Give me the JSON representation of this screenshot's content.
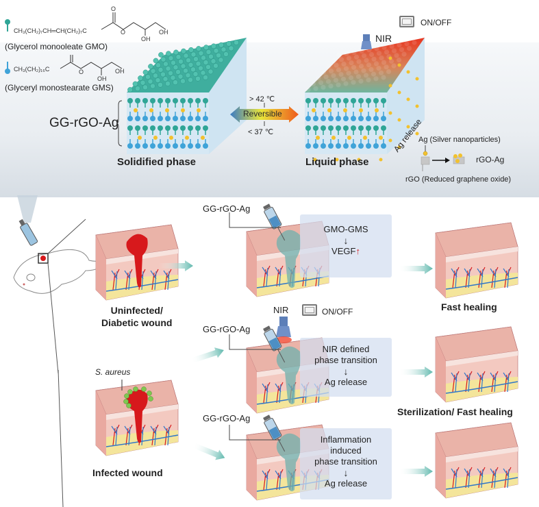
{
  "top_panel": {
    "molecules": [
      {
        "formula": "CH₃(CH₂)₇CH═CH(CH₂)₇C(=O)–O–CH₂–CH(OH)–CH₂OH",
        "label": "(Glycerol monooleate GMO)",
        "icon": "teal-lipid-icon",
        "color": "#2fa596"
      },
      {
        "formula": "CH₃(CH₂)₁₆C(=O)–O–CH₂–CH(OH)–CH₂OH",
        "label": "(Glyceryl monostearate GMS)",
        "icon": "blue-lipid-icon",
        "color": "#3fa3d8"
      }
    ],
    "composite_label": "GG-rGO-Ag",
    "solid_phase_label": "Solidified phase",
    "liquid_phase_label": "Liquid phase",
    "transition": {
      "label": "Reversible",
      "upper_temp": "> 42 ℃",
      "lower_temp": "< 37 ℃"
    },
    "nir_label": "NIR",
    "switch_label": "ON/OFF",
    "ag_release_label": "Ag release",
    "legend": {
      "ag": "Ag (Silver nanoparticles)",
      "rgo_ag": "rGO-Ag",
      "rgo": "rGO (Reduced graphene oxide)"
    }
  },
  "bottom": {
    "wounds": [
      {
        "label_line1": "Uninfected/",
        "label_line2": "Diabetic wound"
      },
      {
        "pathogen_label": "S. aureus",
        "label": "Infected wound"
      }
    ],
    "treatments": [
      {
        "injection_label": "GG-rGO-Ag",
        "lines": [
          "GMO-GMS"
        ],
        "arrow": "↓",
        "result_lines": [
          "VEGF"
        ],
        "result_marker": "↑"
      },
      {
        "injection_label": "GG-rGO-Ag",
        "nir_label": "NIR",
        "switch_label": "ON/OFF",
        "lines": [
          "NIR defined",
          "phase transition"
        ],
        "arrow": "↓",
        "result_lines": [
          "Ag release"
        ]
      },
      {
        "injection_label": "GG-rGO-Ag",
        "lines": [
          "Inflammation",
          "induced",
          "phase transition"
        ],
        "arrow": "↓",
        "result_lines": [
          "Ag release"
        ]
      }
    ],
    "outcomes": [
      "Fast healing",
      "Sterilization/ Fast healing"
    ]
  },
  "colors": {
    "teal_lipid": "#2fa596",
    "blue_lipid": "#3fa3d8",
    "silver": "#f2c12e",
    "skin_top": "#eab3a8",
    "blood": "#d7191c",
    "flow_arrow": "#5fb8ad",
    "callout_bg": "#d2def0"
  }
}
